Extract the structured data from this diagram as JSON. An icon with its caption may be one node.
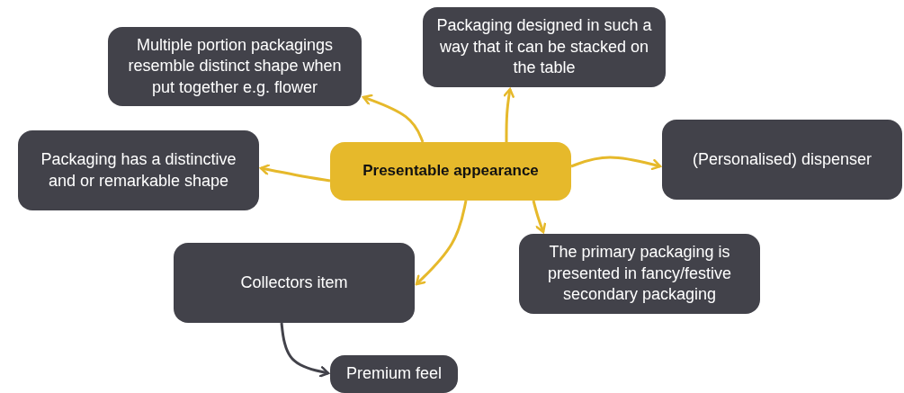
{
  "diagram": {
    "nodes": [
      {
        "text": [
          "Presentable appearance"
        ]
      },
      {
        "text": [
          "Multiple portion packagings resemble distinct shape when put together e.g. flower"
        ]
      },
      {
        "text": [
          "Packaging designed in such a way that it can be stacked on the table"
        ]
      },
      {
        "text": [
          "Packaging has a distinctive and or remarkable shape"
        ]
      },
      {
        "text": [
          "(Personalised) dispenser"
        ]
      },
      {
        "text": [
          "Collectors item"
        ]
      },
      {
        "text": [
          "The primary packaging is presented in fancy/festive secondary packaging"
        ]
      },
      {
        "text": [
          "Premium feel"
        ]
      }
    ],
    "edges": [
      {
        "from": 0,
        "to": 1,
        "arrow": "to"
      },
      {
        "from": 0,
        "to": 2,
        "arrow": "to"
      },
      {
        "from": 0,
        "to": 3,
        "arrow": "to"
      },
      {
        "from": 0,
        "to": 4,
        "arrow": "to"
      },
      {
        "from": 0,
        "to": 6,
        "arrow": "to"
      },
      {
        "from": 0,
        "to": 5,
        "arrow": "to"
      },
      {
        "from": 5,
        "to": 7,
        "arrow": "to",
        "color": "#42424a"
      }
    ]
  }
}
